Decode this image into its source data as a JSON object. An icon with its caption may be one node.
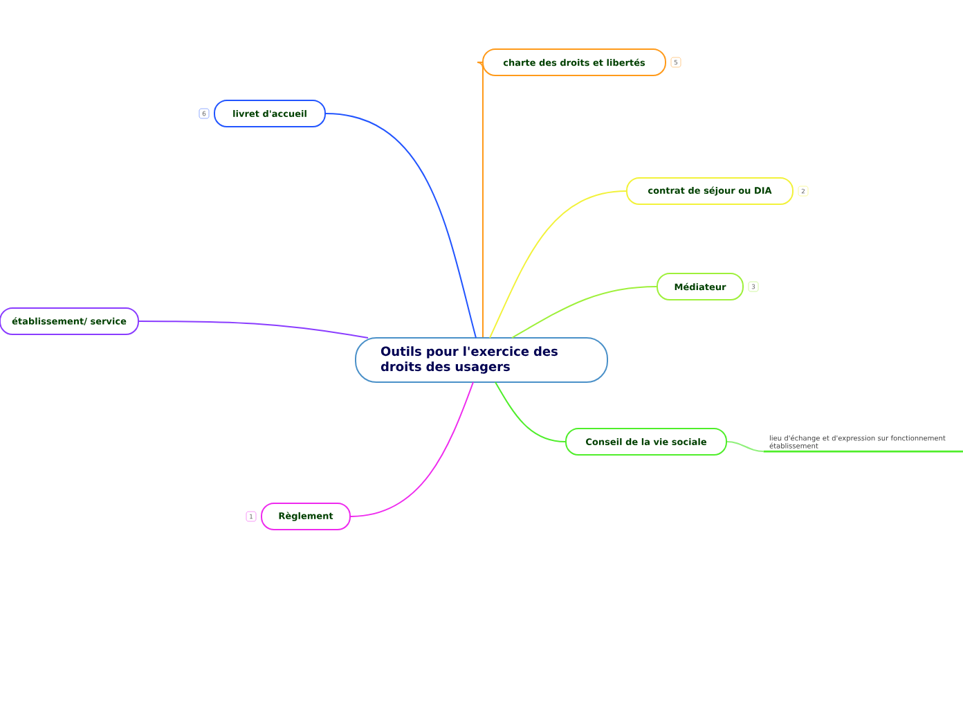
{
  "diagram": {
    "nodes": [
      {
        "text": [
          "Outils pour l'exercice des droits des usagers"
        ]
      },
      {
        "text": [
          "charte des droits et libertés"
        ],
        "beside": [
          "5"
        ]
      },
      {
        "text": [
          "livret d'accueil"
        ],
        "beside": [
          "6"
        ]
      },
      {
        "text": [
          "contrat de séjour ou DIA"
        ],
        "beside": [
          "2"
        ]
      },
      {
        "text": [
          "Médiateur"
        ],
        "beside": [
          "3"
        ]
      },
      {
        "text": [
          "établissement/ service"
        ]
      },
      {
        "text": [
          "Conseil de la vie sociale"
        ]
      },
      {
        "text": [
          "lieu d'échange et d'expression sur fonctionnement établissement"
        ]
      },
      {
        "text": [
          "Règlement"
        ],
        "beside": [
          "1"
        ]
      }
    ],
    "edges": [
      {
        "from": 0,
        "to": 1,
        "arrow": "none",
        "color": "#ff9a1a"
      },
      {
        "from": 0,
        "to": 2,
        "arrow": "none",
        "color": "#2255ff"
      },
      {
        "from": 0,
        "to": 3,
        "arrow": "none",
        "color": "#f2f23a"
      },
      {
        "from": 0,
        "to": 4,
        "arrow": "none",
        "color": "#9ef03a"
      },
      {
        "from": 0,
        "to": 5,
        "arrow": "none",
        "color": "#8a3cff"
      },
      {
        "from": 0,
        "to": 6,
        "arrow": "none",
        "color": "#4fee2a"
      },
      {
        "from": 6,
        "to": 7,
        "arrow": "none",
        "color": "#8ff07a"
      },
      {
        "from": 0,
        "to": 8,
        "arrow": "none",
        "color": "#ee2aee"
      }
    ]
  }
}
